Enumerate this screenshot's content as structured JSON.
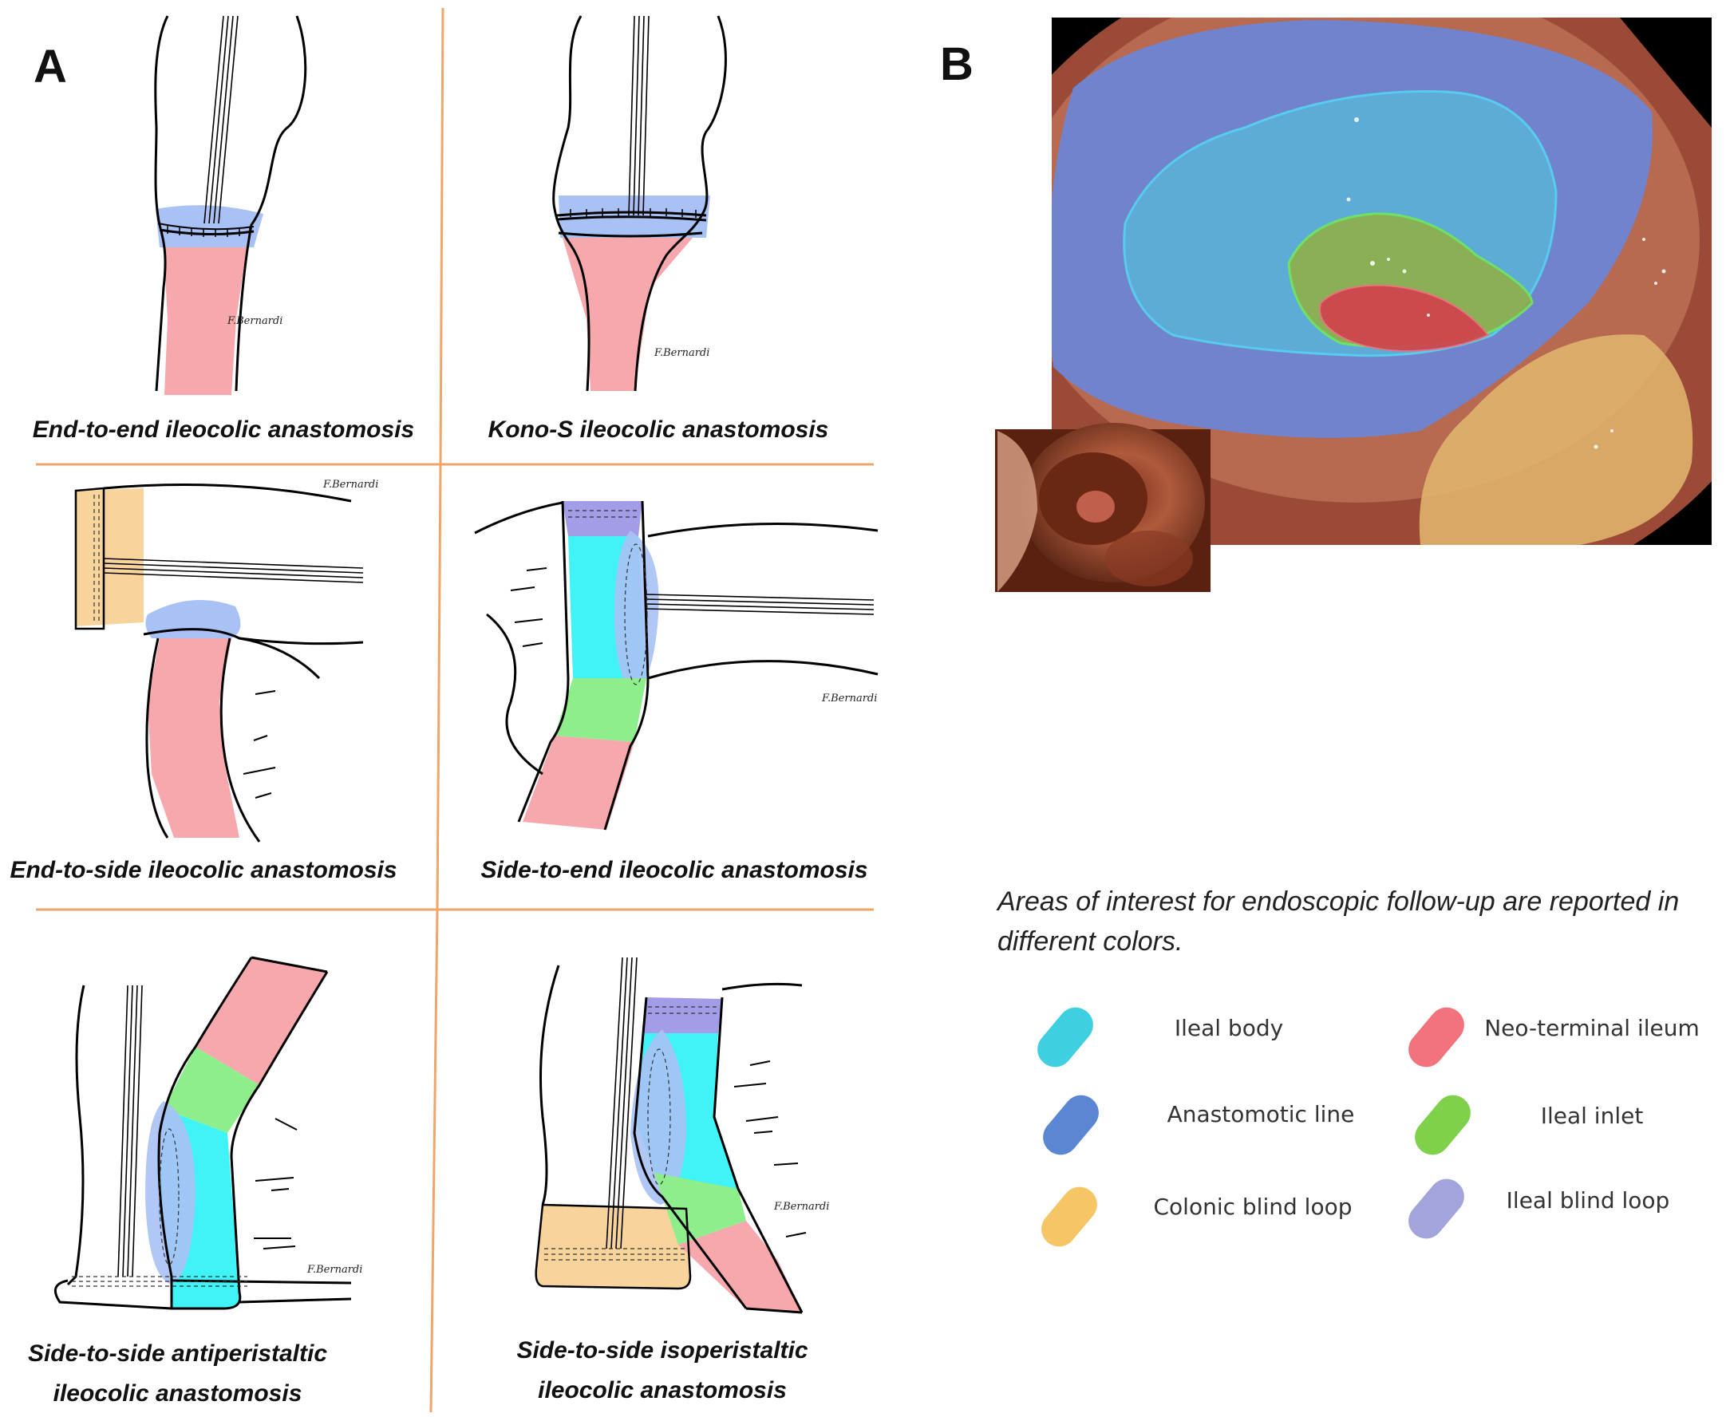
{
  "panel_a": {
    "letter": "A",
    "captions": [
      {
        "id": "end-to-end",
        "text": "End-to-end ileocolic anastomosis"
      },
      {
        "id": "kono-s",
        "text": "Kono-S ileocolic anastomosis"
      },
      {
        "id": "end-to-side",
        "text": "End-to-side ileocolic anastomosis"
      },
      {
        "id": "side-to-end",
        "text": "Side-to-end ileocolic anastomosis"
      },
      {
        "id": "antiperistaltic-line1",
        "text": "Side-to-side antiperistaltic"
      },
      {
        "id": "antiperistaltic-line2",
        "text": "ileocolic anastomosis"
      },
      {
        "id": "isoperistaltic-line1",
        "text": "Side-to-side isoperistaltic"
      },
      {
        "id": "isoperistaltic-line2",
        "text": "ileocolic anastomosis"
      }
    ],
    "signature": "F.Bernardi"
  },
  "panel_b": {
    "letter": "B",
    "note_line1": "Areas of interest for endoscopic follow-up are reported in",
    "note_line2": "different colors."
  },
  "legend": [
    {
      "label": "Ileal body",
      "color": "#3ecfe0"
    },
    {
      "label": "Neo-terminal ileum",
      "color": "#f2737e"
    },
    {
      "label": "Anastomotic line",
      "color": "#5b86d4"
    },
    {
      "label": "Ileal inlet",
      "color": "#7fd04a"
    },
    {
      "label": "Colonic blind loop",
      "color": "#f6c566"
    },
    {
      "label": "Ileal blind loop",
      "color": "#a4a4dc"
    }
  ],
  "colors": {
    "ileal_body": "#40f3f6",
    "neo_terminal_ileum": "#f6a8ad",
    "anastomotic_line": "#a8c2f6",
    "ileal_inlet": "#8fee8c",
    "colonic_blind_loop": "#f8d49c",
    "ileal_blind_loop": "#a39ce6",
    "divider": "#f0a66b"
  }
}
